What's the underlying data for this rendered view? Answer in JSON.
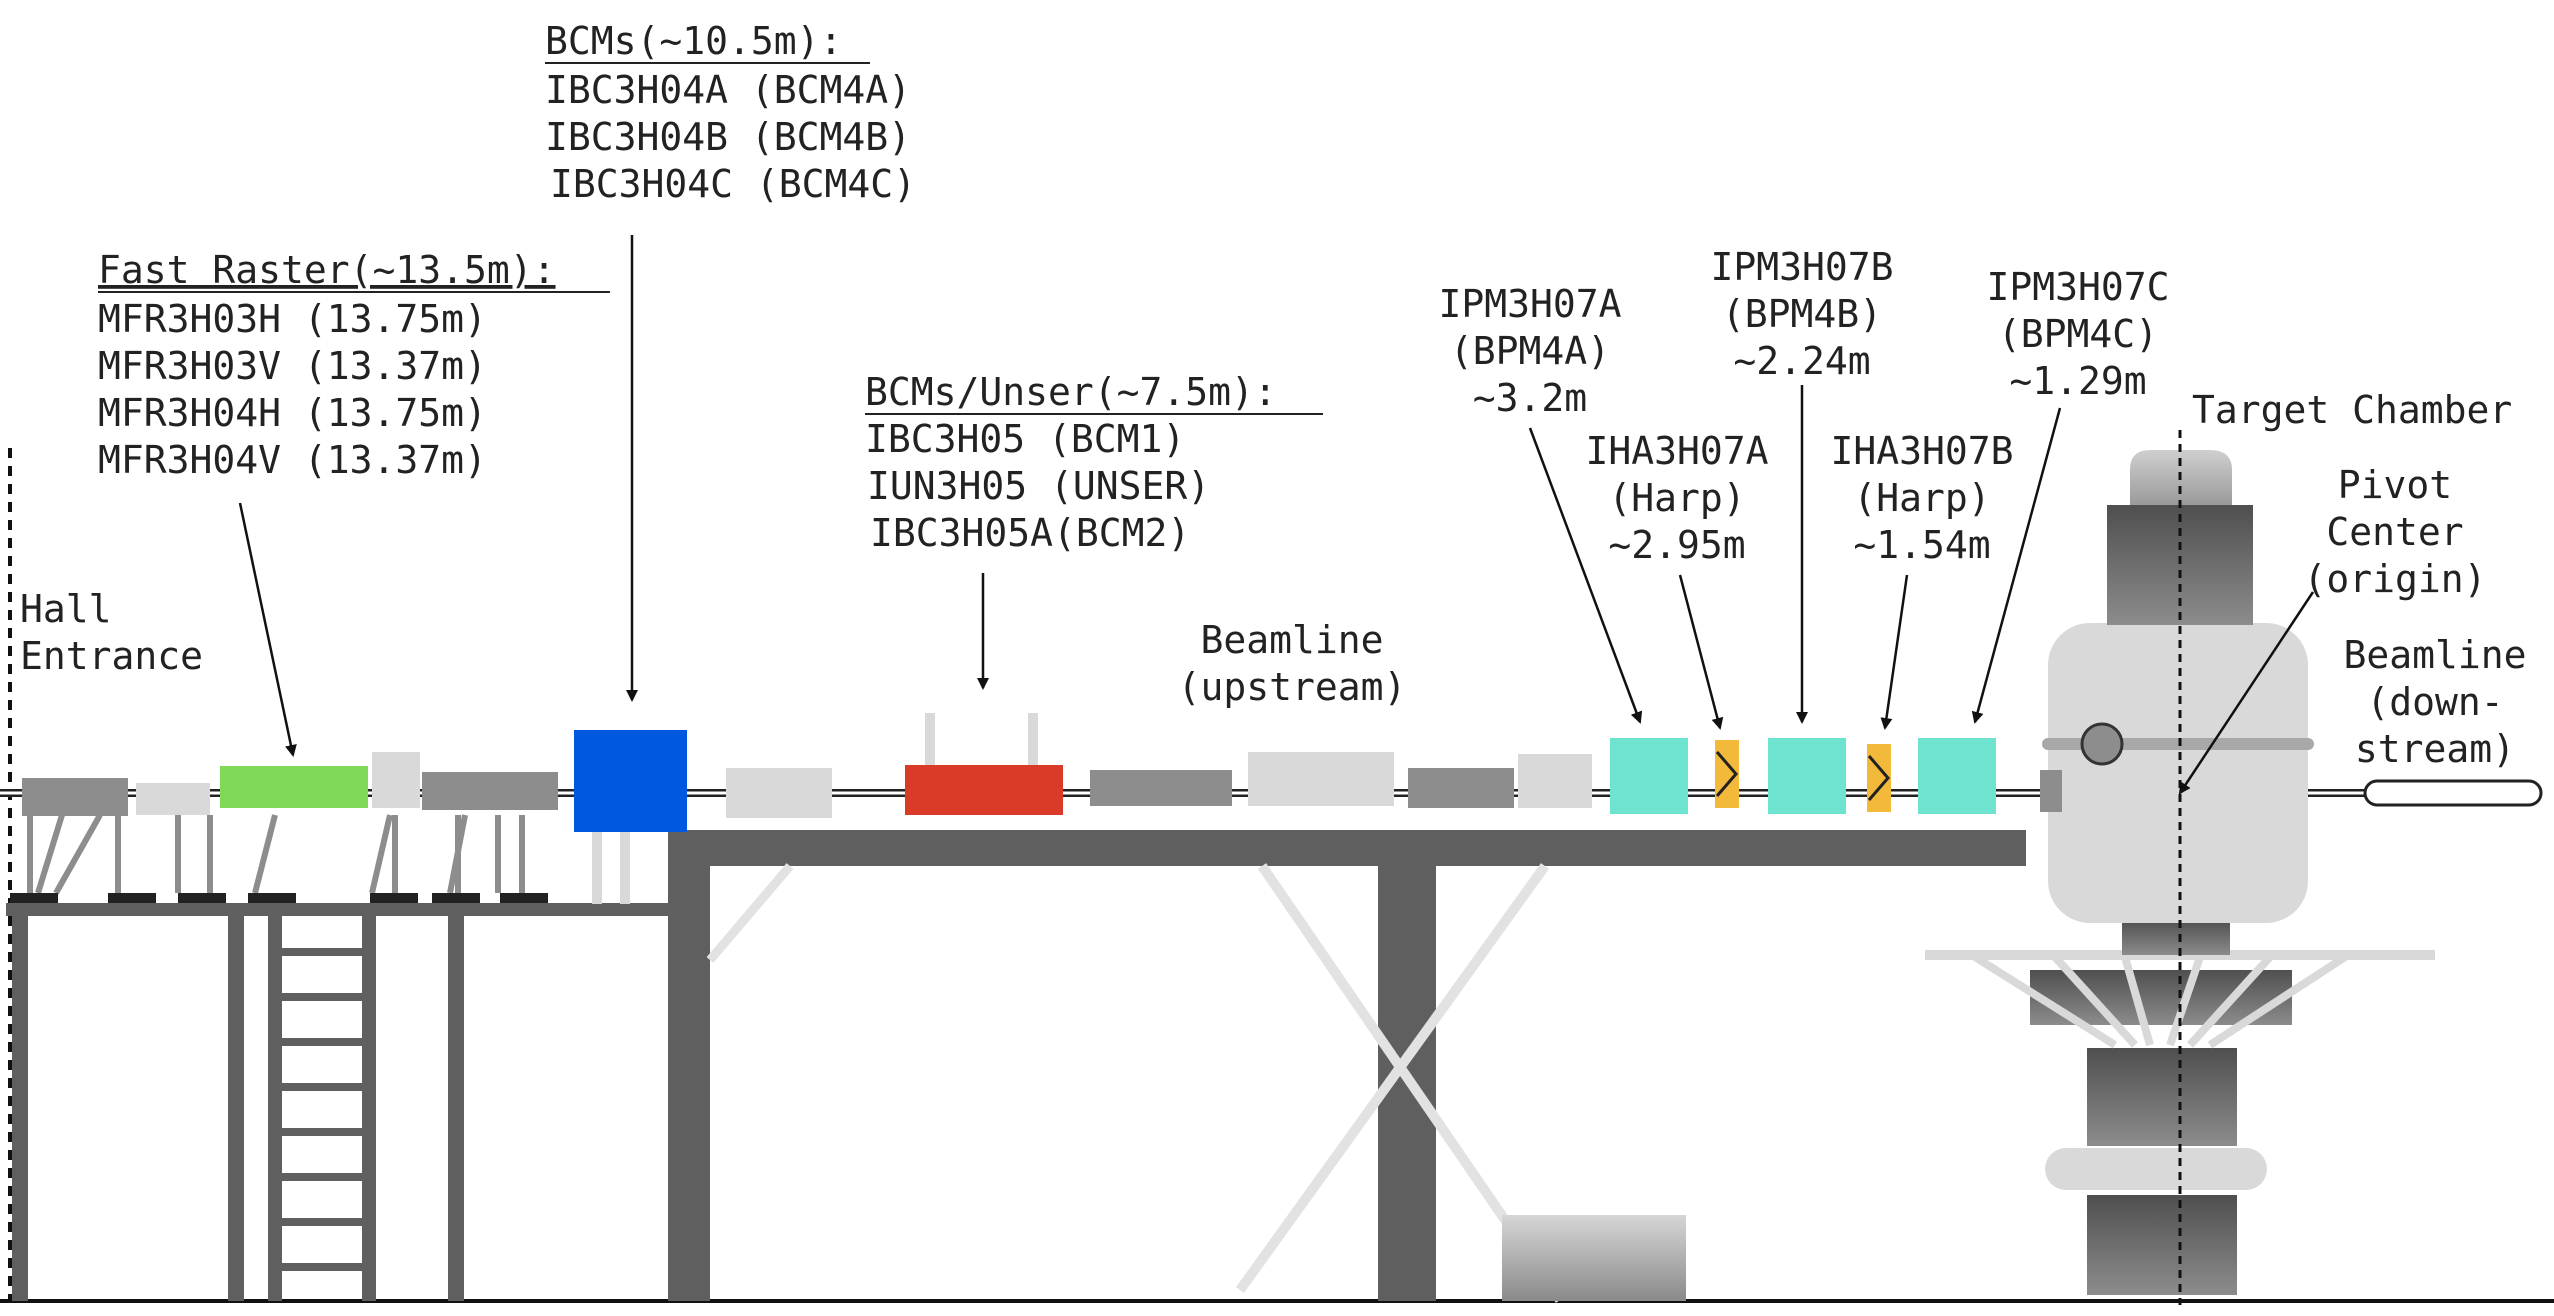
{
  "colors": {
    "dark": "#5f5f5f",
    "mid": "#8d8d8d",
    "light": "#d9d9d9",
    "raster_green": "#7ed957",
    "bcm4_blue": "#0057e0",
    "unser_red": "#d93b28",
    "bpm_cyan": "#6ee3d0",
    "harp_yellow": "#f2b93b"
  },
  "labels": {
    "fast_raster": {
      "header": "Fast Raster(~13.5m):",
      "lines": [
        "MFR3H03H (13.75m)",
        "MFR3H03V (13.37m)",
        "MFR3H04H (13.75m)",
        "MFR3H04V (13.37m)"
      ]
    },
    "bcm4": {
      "header": "BCMs(~10.5m):",
      "lines": [
        "IBC3H04A (BCM4A)",
        "IBC3H04B (BCM4B)",
        "IBC3H04C (BCM4C)"
      ]
    },
    "bcm_unser": {
      "header": "BCMs/Unser(~7.5m):",
      "lines": [
        "IBC3H05 (BCM1)",
        "IUN3H05 (UNSER)",
        "IBC3H05A(BCM2)"
      ]
    },
    "bpm4a": {
      "lines": [
        "IPM3H07A",
        "(BPM4A)",
        "~3.2m"
      ]
    },
    "bpm4b": {
      "lines": [
        "IPM3H07B",
        "(BPM4B)",
        "~2.24m"
      ]
    },
    "bpm4c": {
      "lines": [
        "IPM3H07C",
        "(BPM4C)",
        "~1.29m"
      ]
    },
    "harp_a": {
      "lines": [
        "IHA3H07A",
        "(Harp)",
        "~2.95m"
      ]
    },
    "harp_b": {
      "lines": [
        "IHA3H07B",
        "(Harp)",
        "~1.54m"
      ]
    },
    "hall_entrance": {
      "lines": [
        "Hall",
        "Entrance"
      ]
    },
    "beamline_upstream": {
      "lines": [
        "Beamline",
        "(upstream)"
      ]
    },
    "target_chamber": {
      "lines": [
        "Target Chamber"
      ]
    },
    "pivot_center": {
      "lines": [
        "Pivot",
        "Center",
        "(origin)"
      ]
    },
    "beamline_downstream": {
      "lines": [
        "Beamline",
        "(down-",
        "stream)"
      ]
    }
  }
}
